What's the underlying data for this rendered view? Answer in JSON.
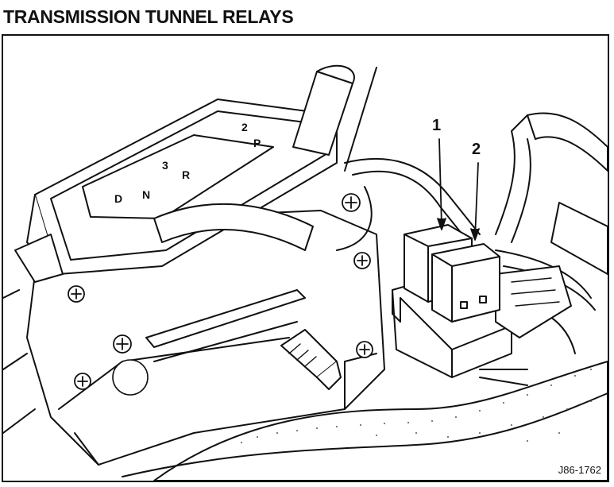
{
  "title": "TRANSMISSION TUNNEL RELAYS",
  "callouts": [
    "1",
    "2"
  ],
  "figure_id": "J86-1762",
  "shifter_letters": [
    "D",
    "N",
    "R",
    "P",
    "2",
    "3"
  ],
  "colors": {
    "ink": "#111111",
    "paper": "#ffffff",
    "stipple": "#555555"
  }
}
